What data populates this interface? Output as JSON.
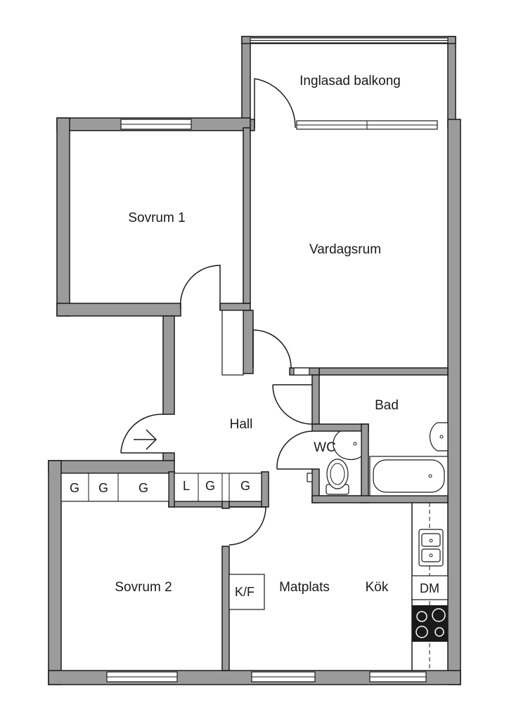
{
  "rooms": {
    "balcony": "Inglasad balkong",
    "bedroom1": "Sovrum 1",
    "living": "Vardagsrum",
    "bath": "Bad",
    "hall": "Hall",
    "wc": "WC",
    "bedroom2": "Sovrum 2",
    "dining": "Matplats",
    "kitchen": "Kök"
  },
  "closets": [
    "G",
    "G",
    "G",
    "L",
    "G",
    "G"
  ],
  "fixtures": {
    "fridge_freezer": "K/F",
    "dishwasher": "DM"
  }
}
